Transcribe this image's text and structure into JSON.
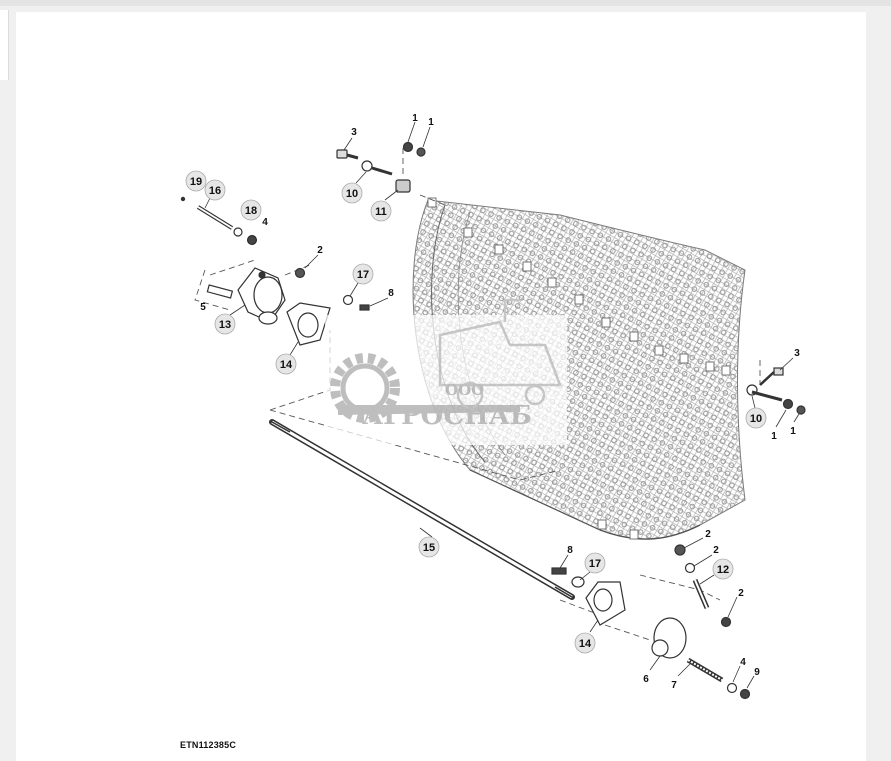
{
  "figure_code": "ETN112385C",
  "watermark": {
    "prefix": "ООО",
    "name": "АГРОСНАБ",
    "color": "#b9b9b9"
  },
  "callouts": {
    "c1": "1",
    "c2": "1",
    "c3": "3",
    "c4": "10",
    "c5": "11",
    "c6": "19",
    "c7": "16",
    "c8": "18",
    "c9": "4",
    "c10": "2",
    "c11": "5",
    "c12": "13",
    "c13": "17",
    "c14": "8",
    "c15": "14",
    "c16": "3",
    "c17": "10",
    "c18": "1",
    "c19": "1",
    "c20": "15",
    "c21": "8",
    "c22": "17",
    "c23": "2",
    "c24": "2",
    "c25": "12",
    "c26": "2",
    "c27": "14",
    "c28": "6",
    "c29": "7",
    "c30": "4",
    "c31": "9"
  }
}
